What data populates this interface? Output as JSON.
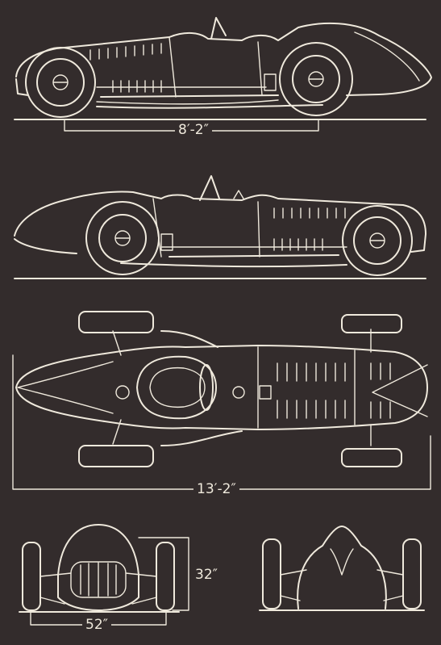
{
  "dimensions": {
    "wheelbase": "8′-2″",
    "overall_length": "13′-2″",
    "height": "32″",
    "track": "52″"
  },
  "colors": {
    "background": "#332c2c",
    "line": "#efe9dc"
  }
}
